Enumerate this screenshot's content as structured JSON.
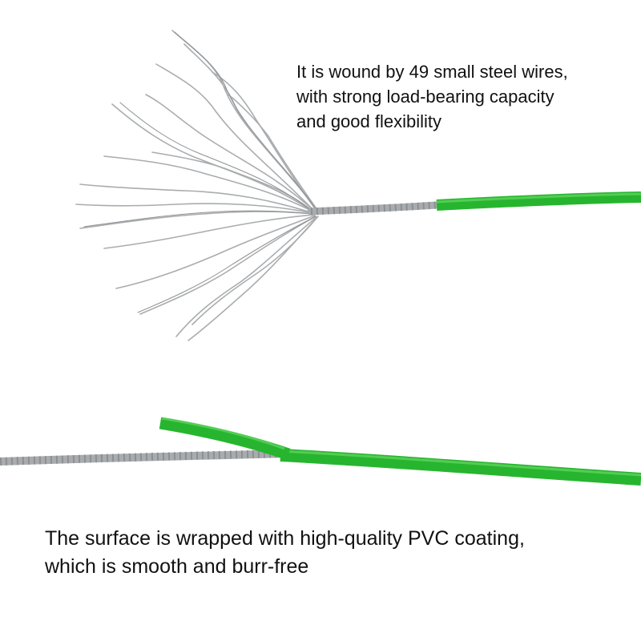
{
  "captions": {
    "top": {
      "lines": [
        "It is wound by 49 small steel wires,",
        "with strong load-bearing capacity",
        "and good flexibility"
      ]
    },
    "bottom": {
      "lines": [
        "The surface is wrapped with high-quality PVC coating,",
        "which is smooth and burr-free"
      ]
    }
  },
  "colors": {
    "steel": "#a9acae",
    "steel_dark": "#8d9093",
    "pvc_green": "#27b52f",
    "pvc_green_light": "#5fd35c",
    "text": "#111111"
  }
}
